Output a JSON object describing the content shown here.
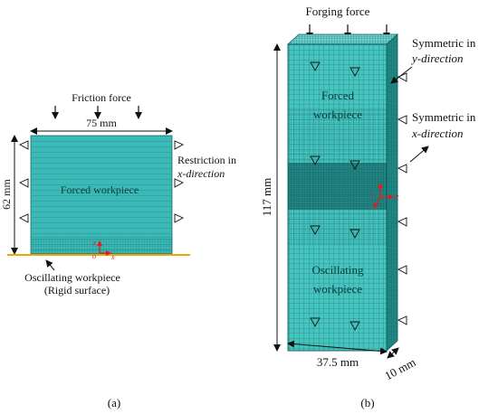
{
  "panel_a": {
    "friction_force": "Friction force",
    "width_dim": "75 mm",
    "height_dim": "62 mm",
    "restriction_line1": "Restriction in",
    "restriction_line2": "x-direction",
    "forced_workpiece": "Forced workpiece",
    "axis_z": "z",
    "axis_o": "o",
    "axis_x": "x",
    "oscillating_line1": "Oscillating workpiece",
    "oscillating_line2": "(Rigid surface)",
    "caption": "(a)",
    "colors": {
      "mesh_fill": "#3ab9b7",
      "mesh_line": "#1a6f6e",
      "rigid_surface": "#f0a500",
      "axis": "#e11d1d"
    }
  },
  "panel_b": {
    "forging_force": "Forging force",
    "sym_y_line1": "Symmetric in",
    "sym_y_line2": "y-direction",
    "sym_x_line1": "Symmetric in",
    "sym_x_line2": "x-direction",
    "forced_line1": "Forced",
    "forced_line2": "workpiece",
    "oscillating_line1": "Oscillating",
    "oscillating_line2": "workpiece",
    "height_dim": "117 mm",
    "width_dim": "37.5 mm",
    "depth_dim": "10 mm",
    "axis_x": "x",
    "axis_o": "o",
    "caption": "(b)",
    "colors": {
      "front_fill": "#46c4c0",
      "top_fill": "#6fd3cf",
      "side_fill": "#1f8784",
      "mesh_line": "#0e5c5a",
      "axis": "#e11d1d"
    }
  }
}
